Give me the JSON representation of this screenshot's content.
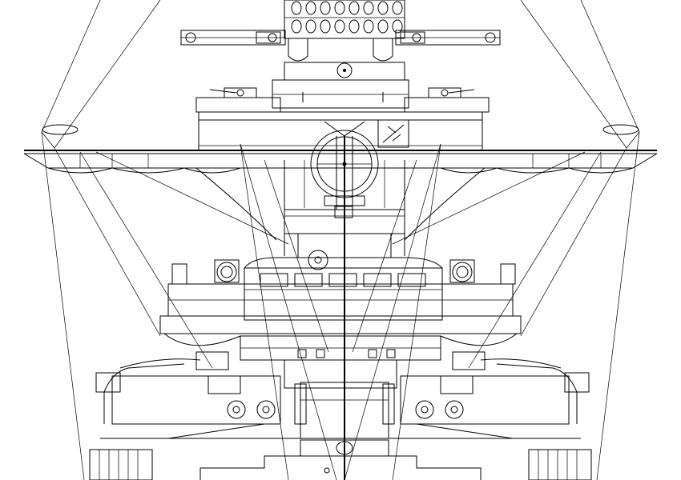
{
  "drawing": {
    "subject": "battleship-forward-superstructure-front-elevation",
    "view": "line-drawing",
    "colors": {
      "line": "#000000",
      "background": "#ffffff"
    },
    "icons": [
      "searchlight-icon",
      "rangefinder-icon",
      "antiaircraft-gun-icon",
      "rigging-lines"
    ]
  }
}
